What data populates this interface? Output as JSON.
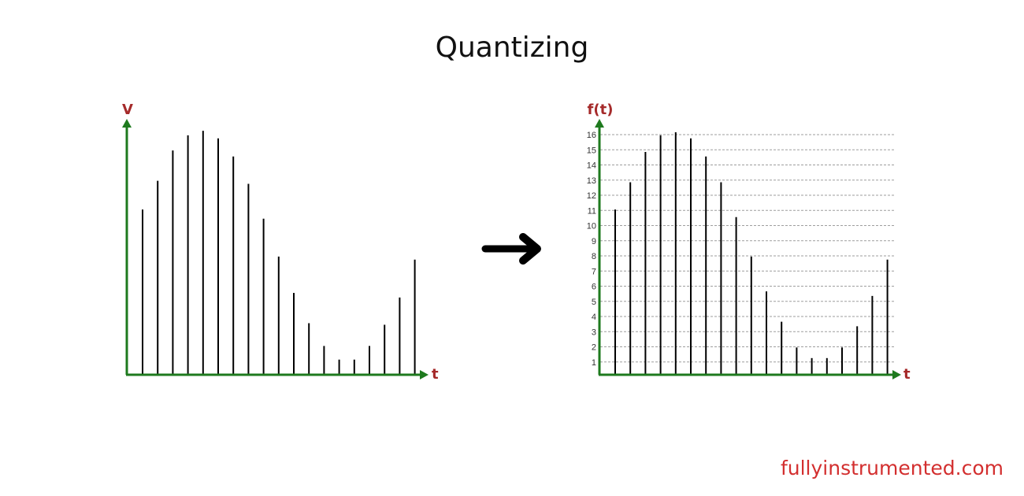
{
  "title": "Quantizing",
  "footer": "fullyinstrumented.com",
  "colors": {
    "axis": "#1e7a1e",
    "axis_label": "#a52a2a",
    "stem": "#000000",
    "grid": "#9e9e9e",
    "footer": "#d32f2f"
  },
  "left_plot": {
    "y_label": "V",
    "x_label": "t",
    "values": [
      10.9,
      12.8,
      14.8,
      15.8,
      16.1,
      15.6,
      14.4,
      12.6,
      10.3,
      7.8,
      5.4,
      3.4,
      1.9,
      1.0,
      1.0,
      1.9,
      3.3,
      5.1,
      7.6
    ]
  },
  "right_plot": {
    "y_label": "f(t)",
    "x_label": "t",
    "y_ticks": [
      "1",
      "2",
      "3",
      "4",
      "5",
      "6",
      "7",
      "8",
      "9",
      "10",
      "11",
      "12",
      "13",
      "14",
      "15",
      "16"
    ],
    "values": [
      10.9,
      12.7,
      14.7,
      15.8,
      16.0,
      15.6,
      14.4,
      12.7,
      10.4,
      7.8,
      5.5,
      3.5,
      1.8,
      1.1,
      1.1,
      1.8,
      3.2,
      5.2,
      7.6
    ]
  },
  "arrow_icon": "right-arrow-icon"
}
